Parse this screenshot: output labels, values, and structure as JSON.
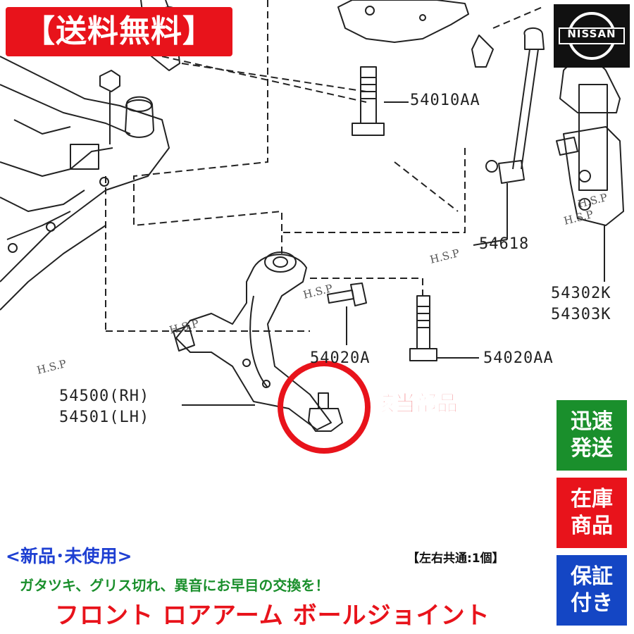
{
  "banner": {
    "text": "【送料無料】"
  },
  "brand": {
    "logo_text": "NISSAN"
  },
  "parts": {
    "bolt_upper": "54010AA",
    "stabilizer_link": "54618",
    "strut_rh": "54302K",
    "strut_lh": "54303K",
    "bolt_inner": "54020A",
    "bolt_outer": "54020AA",
    "arm_rh": "54500(RH)",
    "arm_lh": "54501(LH)"
  },
  "callout": {
    "label": "該当部品"
  },
  "watermarks": [
    "H.S.P",
    "H.S.P",
    "H.S.P",
    "H.S.P",
    "H.S.P",
    "H.S.P"
  ],
  "badges": {
    "fast": {
      "line1": "迅速",
      "line2": "発送"
    },
    "stock": {
      "line1": "在庫",
      "line2": "商品"
    },
    "warranty": {
      "line1": "保証",
      "line2": "付き"
    }
  },
  "footer": {
    "condition": "<新品･未使用>",
    "quantity": "【左右共通:1個】",
    "slogan": "ガタツキ、グリス切れ、異音にお早目の交換を！",
    "product_name": "フロント ロアアーム ボールジョイント"
  },
  "colors": {
    "red": "#e8131b",
    "green": "#1a8f2c",
    "blue": "#1446c4",
    "navy": "#1e3fd2"
  }
}
